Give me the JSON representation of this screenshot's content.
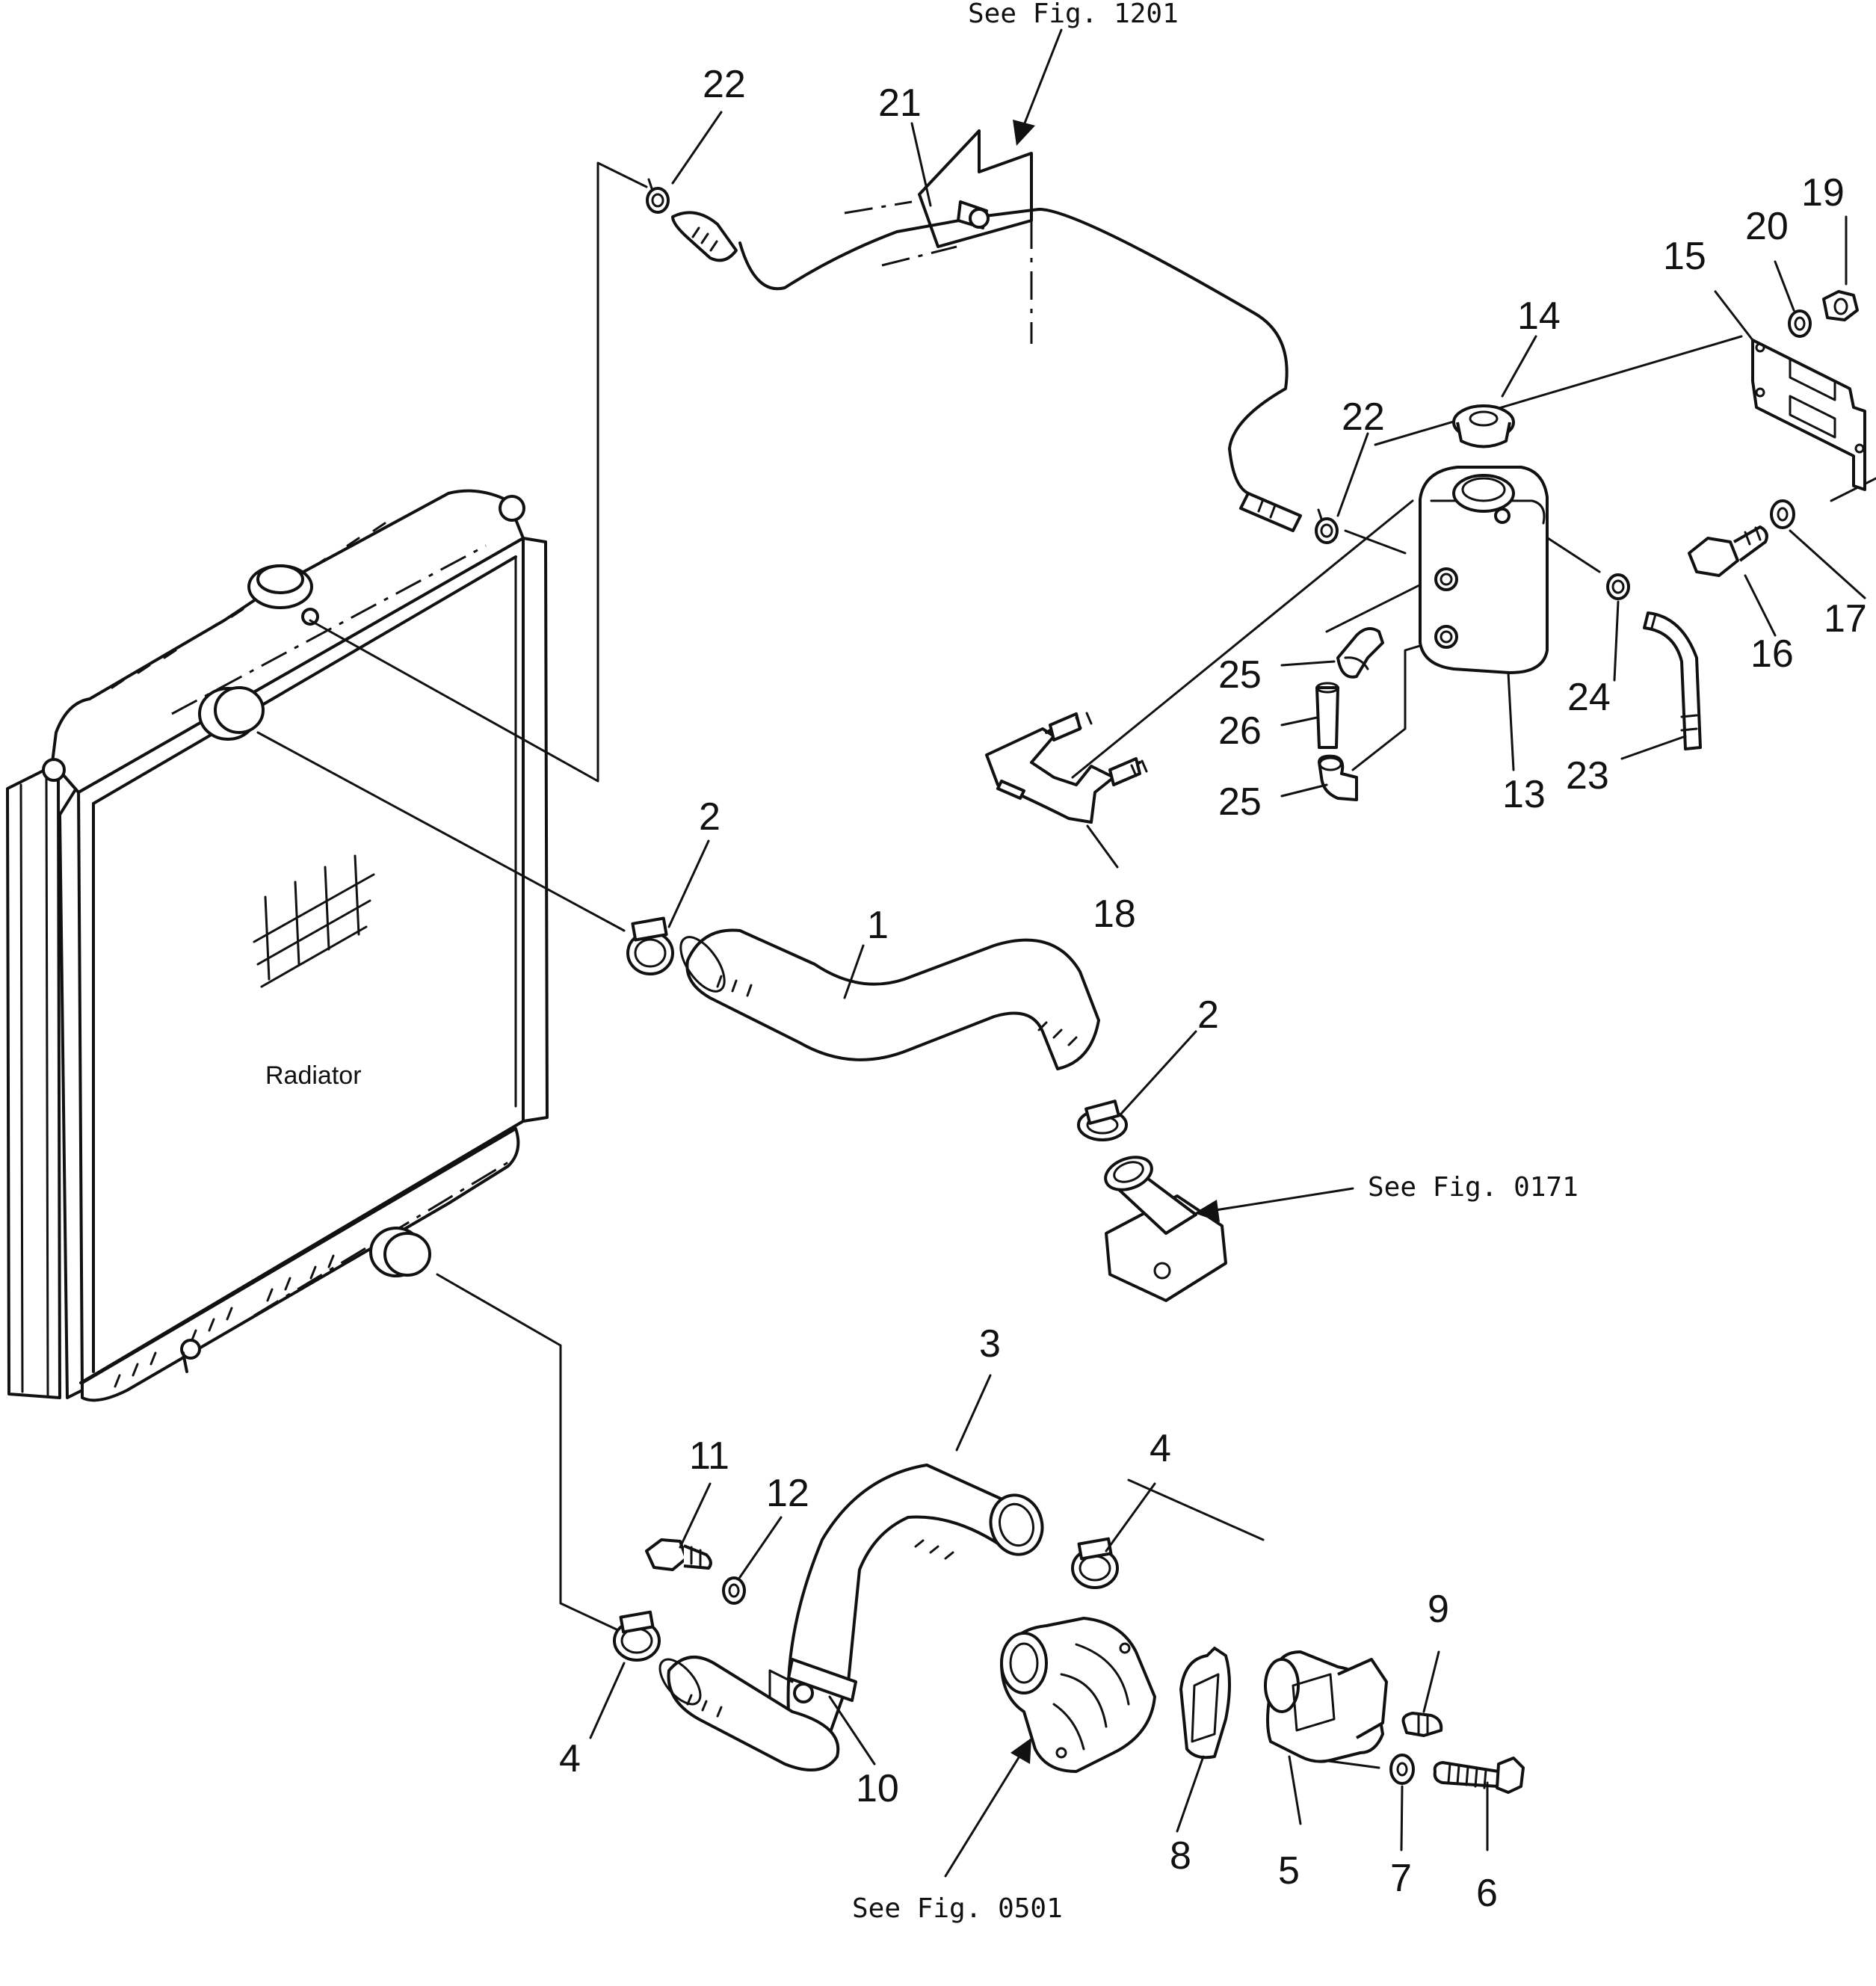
{
  "radiator_label": "Radiator",
  "references": {
    "fig_1201": "See Fig. 1201",
    "fig_0171": "See Fig. 0171",
    "fig_0501": "See Fig. 0501"
  },
  "part_numbers": {
    "p1": "1",
    "p2a": "2",
    "p2b": "2",
    "p3": "3",
    "p4a": "4",
    "p4b": "4",
    "p5": "5",
    "p6": "6",
    "p7": "7",
    "p8": "8",
    "p9": "9",
    "p10": "10",
    "p11": "11",
    "p12": "12",
    "p13": "13",
    "p14": "14",
    "p15": "15",
    "p16": "16",
    "p17": "17",
    "p18": "18",
    "p19": "19",
    "p20": "20",
    "p21": "21",
    "p22a": "22",
    "p22b": "22",
    "p23": "23",
    "p24": "24",
    "p25a": "25",
    "p25b": "25",
    "p26": "26"
  }
}
